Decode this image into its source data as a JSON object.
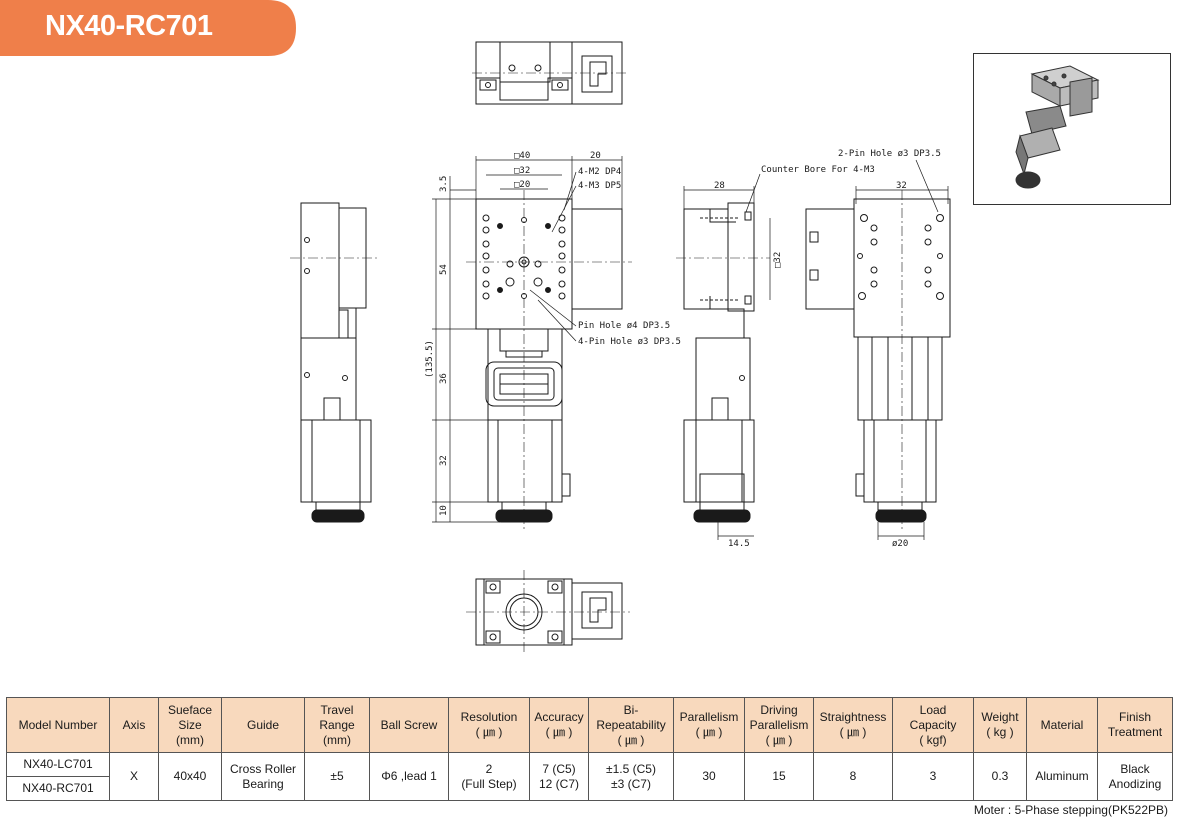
{
  "title": "NX40-RC701",
  "colors": {
    "accent": "#ef7f4a",
    "header_bg": "#f8d9bd",
    "line": "#1a1a1a"
  },
  "dims": {
    "sq40": "□40",
    "sq32": "□32",
    "sq20": "□20",
    "d20": "20",
    "d3_5": "3.5",
    "d54": "54",
    "d36": "36",
    "d32": "32",
    "d10": "10",
    "d135": "(135.5)",
    "d28": "28",
    "d32b": "32",
    "sq32r": "□32",
    "d14_5": "14.5",
    "phi20": "ø20",
    "d32c": "32"
  },
  "callouts": {
    "m2": "4-M2 DP4",
    "m3": "4-M3 DP5",
    "pin4": "Pin Hole ø4 DP3.5",
    "pin3": "4-Pin Hole ø3 DP3.5",
    "counterbore": "Counter Bore For 4-M3",
    "pin2": "2-Pin Hole ø3 DP3.5"
  },
  "table": {
    "headers": [
      "Model Number",
      "Axis",
      "Sueface\nSize\n(mm)",
      "Guide",
      "Travel\nRange\n(mm)",
      "Ball Screw",
      "Resolution\n( ㎛ )",
      "Accuracy\n( ㎛ )",
      "Bi-\nRepeatability\n( ㎛ )",
      "Parallelism\n( ㎛ )",
      "Driving\nParallelism\n( ㎛ )",
      "Straightness\n( ㎛ )",
      "Load Capacity\n( kgf)",
      "Weight\n( kg )",
      "Material",
      "Finish\nTreatment"
    ],
    "models": [
      "NX40-LC701",
      "NX40-RC701"
    ],
    "axis": "X",
    "surface_size": "40x40",
    "guide": "Cross Roller\nBearing",
    "travel": "±5",
    "ball_screw": "Φ6 ,lead 1",
    "resolution": "2\n(Full Step)",
    "accuracy": "7 (C5)\n12 (C7)",
    "bi_repeatability": "±1.5 (C5)\n±3 (C7)",
    "parallelism": "30",
    "driving_parallelism": "15",
    "straightness": "8",
    "load_capacity": "3",
    "weight": "0.3",
    "material": "Aluminum",
    "finish": "Black\nAnodizing"
  },
  "footnote": "Moter : 5-Phase stepping(PK522PB)"
}
